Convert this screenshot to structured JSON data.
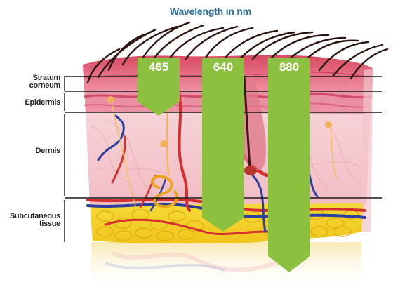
{
  "diagram": {
    "title": "Wavelength in nm",
    "layers": [
      {
        "label_line1": "Stratum",
        "label_line2": "corneum"
      },
      {
        "label_line1": "Epidermis",
        "label_line2": ""
      },
      {
        "label_line1": "Dermis",
        "label_line2": ""
      },
      {
        "label_line1": "Subcutaneous",
        "label_line2": "tissue"
      }
    ],
    "wavelengths": [
      "465",
      "640",
      "880"
    ],
    "colors": {
      "arrow_green": "#8cc03f",
      "title_blue": "#2a6e9a",
      "epidermis_pink": "#e2607e",
      "dermis_pink": "#f6ccd2",
      "fat_yellow": "#f4d62a",
      "artery_red": "#d32f2f",
      "vein_blue": "#2b3f9e"
    }
  }
}
